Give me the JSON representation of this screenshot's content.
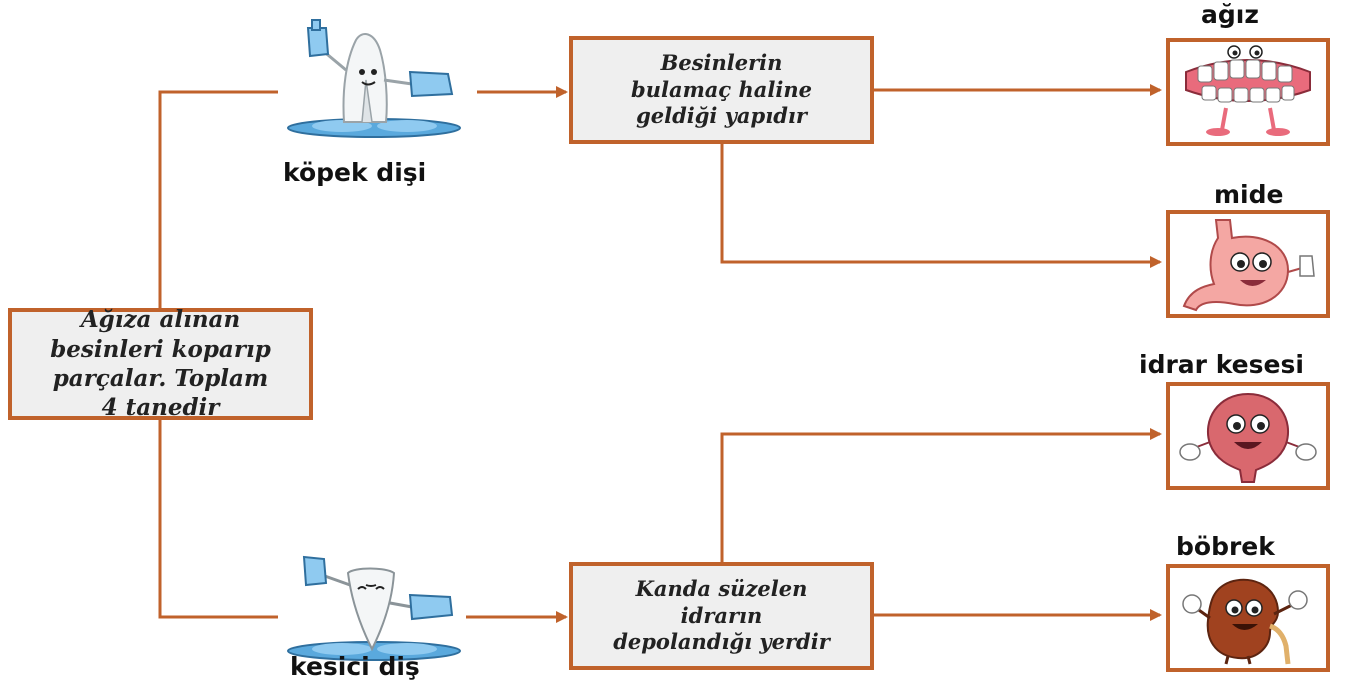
{
  "teeth": {
    "canine_label": "köpek dişi",
    "incisor_label": "kesici diş"
  },
  "boxes": {
    "left_lines": [
      "Ağıza alınan",
      "besinleri koparıp",
      "parçalar. Toplam",
      "4 tanedir"
    ],
    "top_lines": [
      "Besinlerin",
      "bulamaç haline",
      "geldiği yapıdır"
    ],
    "bottom_lines": [
      "Kanda süzelen",
      "idrarın",
      "depolandığı yerdir"
    ]
  },
  "organs": {
    "mouth": "ağız",
    "stomach": "mide",
    "bladder": "idrar kesesi",
    "kidney": "böbrek"
  },
  "colors": {
    "connector": "#c0622b",
    "box_fill": "#efefef",
    "tooth_base": "#5aa9dd"
  }
}
